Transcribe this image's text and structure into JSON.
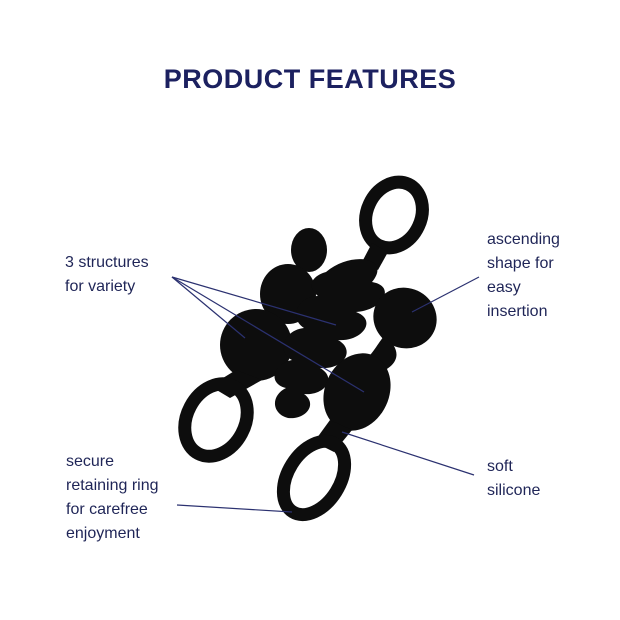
{
  "header": {
    "title": "PRODUCT FEATURES"
  },
  "callouts": {
    "structures": {
      "line1": "3 structures",
      "line2": "for variety"
    },
    "ascending": {
      "line1": "ascending",
      "line2": "shape for",
      "line3": "easy",
      "line4": "insertion"
    },
    "ring": {
      "line1": "secure",
      "line2": "retaining ring",
      "line3": "for carefree",
      "line4": "enjoyment"
    },
    "silicone": {
      "line1": "soft",
      "line2": "silicone"
    }
  },
  "colors": {
    "title": "#1c2160",
    "text": "#1f2557",
    "leader_line": "#2b3170",
    "product": "#0d0d0d"
  }
}
